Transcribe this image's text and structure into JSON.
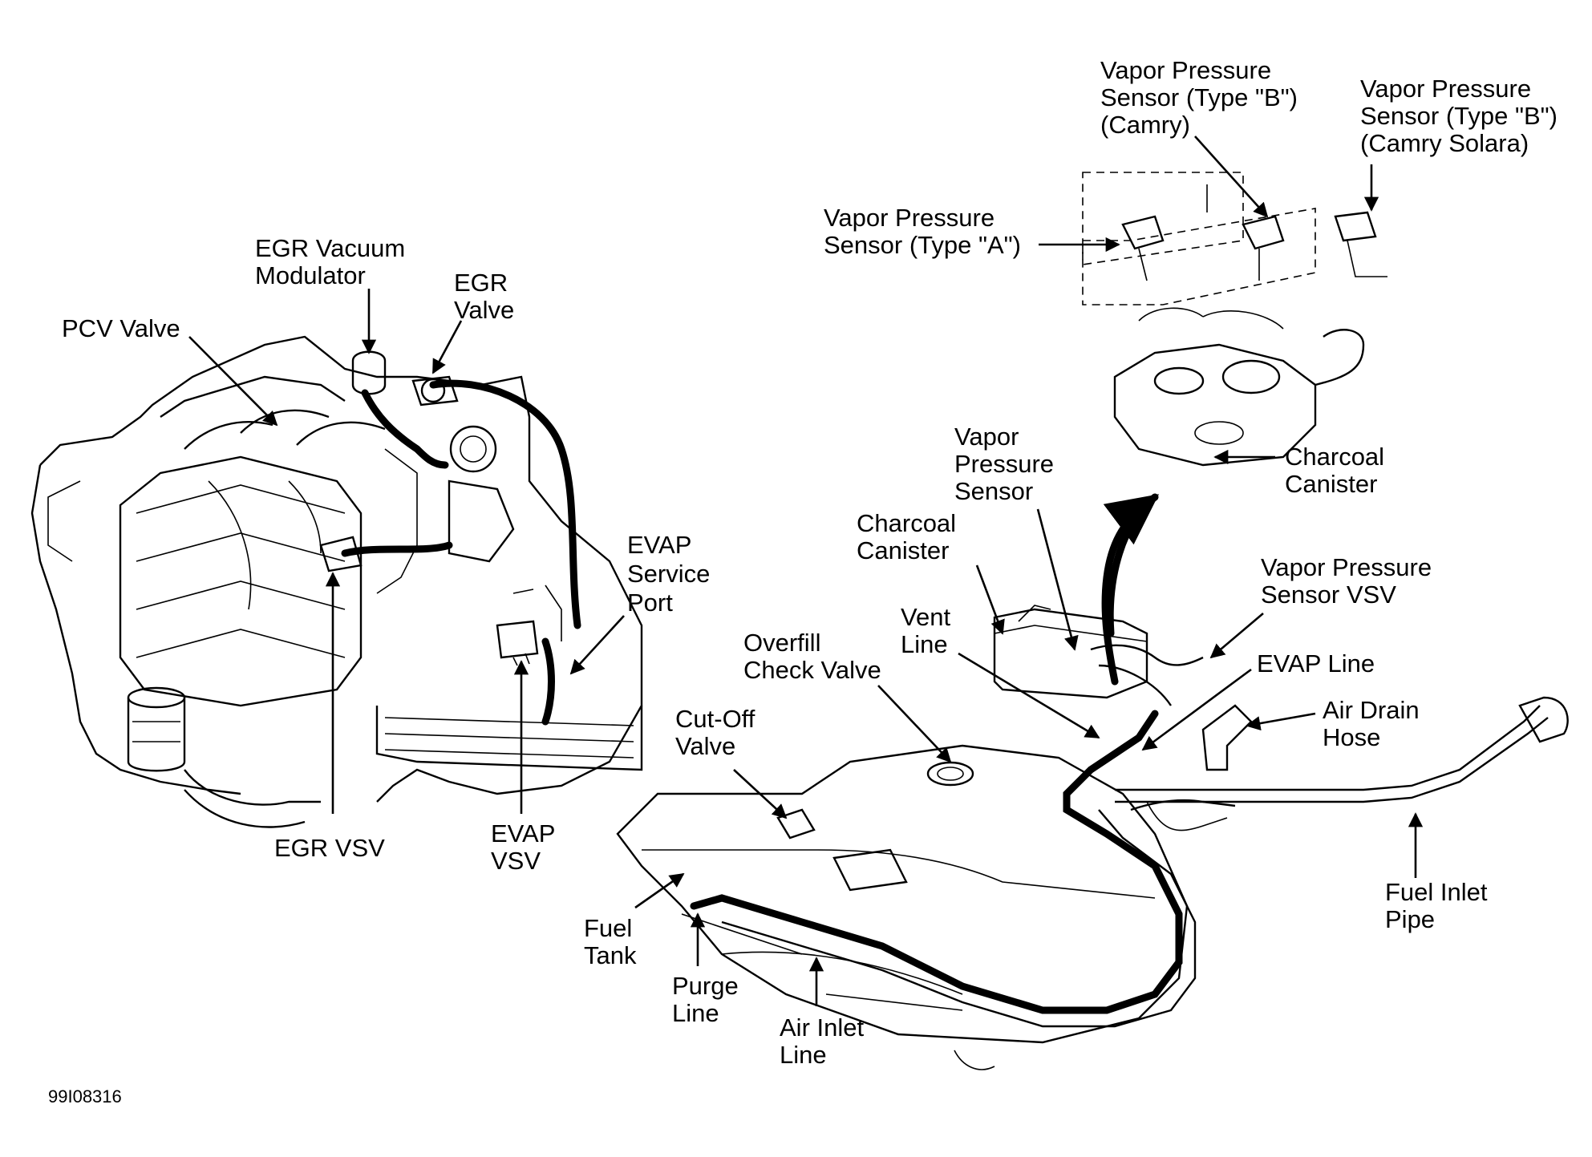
{
  "labels": {
    "pcv_valve": "PCV Valve",
    "egr_vacuum_modulator": [
      "EGR Vacuum",
      "Modulator"
    ],
    "egr_valve": [
      "EGR",
      "Valve"
    ],
    "egr_vsv": "EGR VSV",
    "evap_service_port": [
      "EVAP",
      "Service",
      "Port"
    ],
    "evap_vsv": [
      "EVAP",
      "VSV"
    ],
    "vps_type_a": [
      "Vapor Pressure",
      "Sensor (Type \"A\")"
    ],
    "vps_type_b_camry": [
      "Vapor Pressure",
      "Sensor (Type \"B\")",
      "(Camry)"
    ],
    "vps_type_b_solara": [
      "Vapor Pressure",
      "Sensor (Type \"B\")",
      "(Camry Solara)"
    ],
    "charcoal_canister_detail": [
      "Charcoal",
      "Canister"
    ],
    "vapor_pressure_sensor": [
      "Vapor",
      "Pressure",
      "Sensor"
    ],
    "charcoal_canister": [
      "Charcoal",
      "Canister"
    ],
    "vps_vsv": [
      "Vapor Pressure",
      "Sensor  VSV"
    ],
    "vent_line": [
      "Vent",
      "Line"
    ],
    "overfill_check_valve": [
      "Overfill",
      "Check Valve"
    ],
    "evap_line": "EVAP Line",
    "air_drain_hose": [
      "Air Drain",
      "Hose"
    ],
    "cut_off_valve": [
      "Cut-Off",
      "Valve"
    ],
    "fuel_inlet_pipe": [
      "Fuel Inlet",
      "Pipe"
    ],
    "fuel_tank": [
      "Fuel",
      "Tank"
    ],
    "purge_line": [
      "Purge",
      "Line"
    ],
    "air_inlet_line": [
      "Air Inlet",
      "Line"
    ]
  },
  "figure_code": "99I08316"
}
